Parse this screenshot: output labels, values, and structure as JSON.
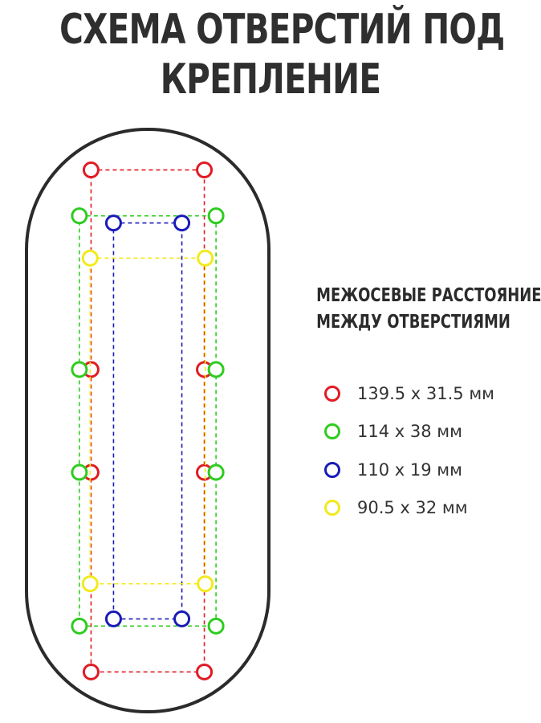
{
  "title": {
    "line1": "СХЕМА ОТВЕРСТИЙ ПОД",
    "line2": "КРЕПЛЕНИЕ"
  },
  "legend": {
    "heading_line1": "МЕЖОСЕВЫЕ РАССТОЯНИЕ",
    "heading_line2": "МЕЖДУ ОТВЕРСТИЯМИ",
    "items": [
      {
        "label": "139.5 x 31.5 мм",
        "color": "#e01b24"
      },
      {
        "label": "114 x 38 мм",
        "color": "#2ecc1f"
      },
      {
        "label": "110 x 19 мм",
        "color": "#1a1ab8"
      },
      {
        "label": "90.5 x 32 мм",
        "color": "#f2ea1c"
      }
    ]
  },
  "colors": {
    "outline": "#2b2b2b",
    "text": "#2b2b2b"
  },
  "patterns": [
    {
      "name": "red",
      "color": "#e01b24",
      "width_mm": 31.5,
      "length_mm": 139.5,
      "intermediate_holes": 2
    },
    {
      "name": "green",
      "color": "#2ecc1f",
      "width_mm": 38,
      "length_mm": 114,
      "intermediate_holes": 2
    },
    {
      "name": "blue",
      "color": "#1a1ab8",
      "width_mm": 19,
      "length_mm": 110,
      "intermediate_holes": 0
    },
    {
      "name": "yellow",
      "color": "#f2ea1c",
      "width_mm": 32,
      "length_mm": 90.5,
      "intermediate_holes": 0
    }
  ]
}
